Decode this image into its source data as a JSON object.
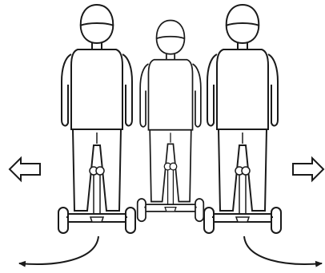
{
  "figure": {
    "background": "#ffffff",
    "stroke_color": "#1a1a1a",
    "riders": [
      {
        "name": "left-rider",
        "role": "turning left"
      },
      {
        "name": "center-rider",
        "role": "standing"
      },
      {
        "name": "right-rider",
        "role": "turning right"
      }
    ],
    "arrows": [
      {
        "name": "left-hollow-arrow",
        "direction": "left",
        "icon": "hollow-arrow-left"
      },
      {
        "name": "right-hollow-arrow",
        "direction": "right",
        "icon": "hollow-arrow-right"
      },
      {
        "name": "left-curved-arrow",
        "direction": "left",
        "icon": "curved-arrow"
      },
      {
        "name": "right-curved-arrow",
        "direction": "right",
        "icon": "curved-arrow"
      }
    ]
  }
}
